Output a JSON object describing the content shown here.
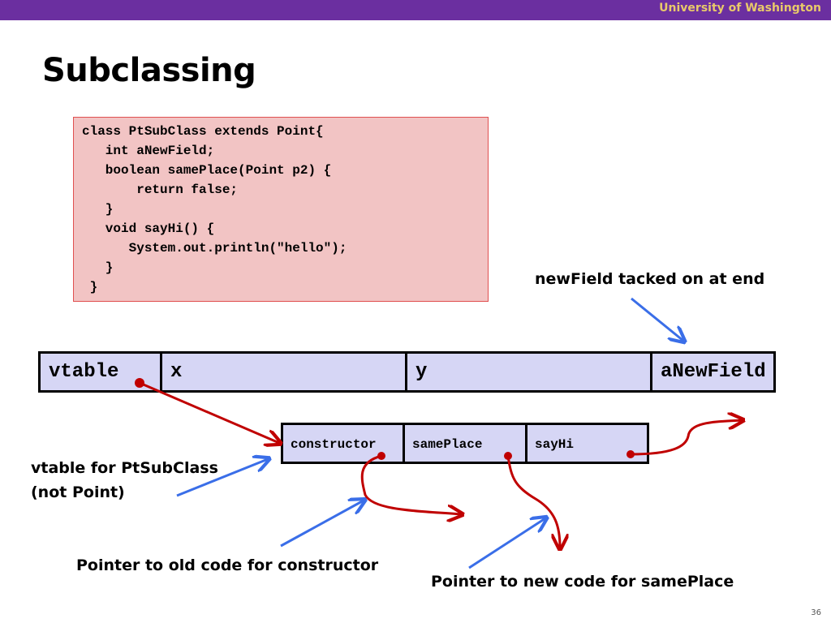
{
  "header": {
    "institution": "University of Washington"
  },
  "slide": {
    "title": "Subclassing",
    "page_number": "36"
  },
  "code": {
    "lines": [
      "class PtSubClass extends Point{",
      "   int aNewField;",
      "   boolean samePlace(Point p2) {",
      "       return false;",
      "   }",
      "   void sayHi() {",
      "      System.out.println(\"hello\");",
      "   }",
      " }"
    ]
  },
  "object_layout": {
    "fields": [
      "vtable",
      "x",
      "y",
      "aNewField"
    ]
  },
  "vtable": {
    "entries": [
      "constructor",
      "samePlace",
      "sayHi"
    ]
  },
  "annotations": {
    "new_field": "newField tacked on at end",
    "vtable_for": [
      "vtable for PtSubClass",
      "(not Point)"
    ],
    "old_code": "Pointer to old code for constructor",
    "new_code": "Pointer to new code for samePlace"
  },
  "colors": {
    "header_bar": "#6b2fa0",
    "header_text": "#e8c96a",
    "code_bg": "#f2c4c4",
    "code_border": "#e05050",
    "cell_bg": "#d6d6f5",
    "pointer_arrow": "#c00000",
    "callout_arrow": "#3a6ee8"
  }
}
